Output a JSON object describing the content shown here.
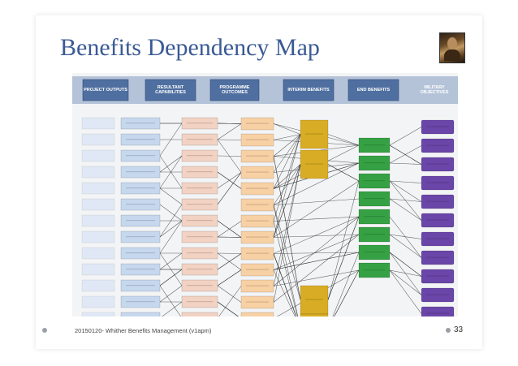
{
  "slide": {
    "title": "Benefits Dependency Map",
    "footer": "20150120- Whither Benefits Management (v1apm)",
    "page_number": "33",
    "avatar_icon": "portrait-icon"
  },
  "diagram": {
    "headers": [
      {
        "id": "project",
        "label": "PROJECT OUTPUTS",
        "style": "box"
      },
      {
        "id": "capabilities",
        "label": "RESULTANT CAPABILITIES",
        "style": "box"
      },
      {
        "id": "outcomes",
        "label": "PROGRAMME OUTCOMES",
        "style": "box"
      },
      {
        "id": "interim",
        "label": "INTERIM BENEFITS",
        "style": "box"
      },
      {
        "id": "end",
        "label": "END BENEFITS",
        "style": "box"
      },
      {
        "id": "military",
        "label": "MILITARY OBJECTIVES",
        "style": "plain"
      }
    ],
    "colors": {
      "header_band": "#b4c3d8",
      "header_box": "#4f6fa0",
      "project": "#c6d8ee",
      "capabilities": "#f2d2c2",
      "outcomes": "#f7d0a4",
      "interim": "#d8ac24",
      "end": "#35a144",
      "military": "#6b46a9",
      "connector": "#2a2a2a"
    },
    "columns": [
      {
        "id": "project",
        "count": 13
      },
      {
        "id": "capabilities",
        "count": 13
      },
      {
        "id": "outcomes",
        "count": 13
      },
      {
        "id": "interim",
        "count": 4
      },
      {
        "id": "end",
        "count": 8
      },
      {
        "id": "military",
        "count": 11
      }
    ]
  }
}
